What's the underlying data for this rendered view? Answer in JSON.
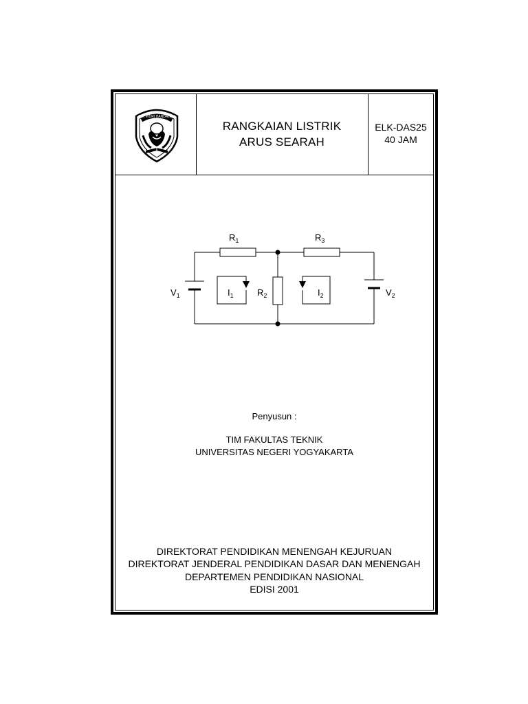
{
  "header": {
    "title_line1": "RANGKAIAN LISTRIK",
    "title_line2": "ARUS SEARAH",
    "code": "ELK-DAS25",
    "duration": "40 JAM",
    "logo_text": "TUT WURI HANDAYANI"
  },
  "circuit": {
    "r1_main": "R",
    "r1_sub": "1",
    "r2_main": "R",
    "r2_sub": "2",
    "r3_main": "R",
    "r3_sub": "3",
    "v1_main": "V",
    "v1_sub": "1",
    "v2_main": "V",
    "v2_sub": "2",
    "i1_main": "I",
    "i1_sub": "1",
    "i2_main": "I",
    "i2_sub": "2"
  },
  "credits": {
    "label": "Penyusun :",
    "line1": "TIM FAKULTAS TEKNIK",
    "line2": "UNIVERSITAS NEGERI YOGYAKARTA"
  },
  "footer": {
    "line1": "DIREKTORAT PENDIDIKAN MENENGAH KEJURUAN",
    "line2": "DIREKTORAT JENDERAL PENDIDIKAN DASAR DAN MENENGAH",
    "line3": "DEPARTEMEN PENDIDIKAN NASIONAL",
    "line4": "EDISI 2001"
  }
}
